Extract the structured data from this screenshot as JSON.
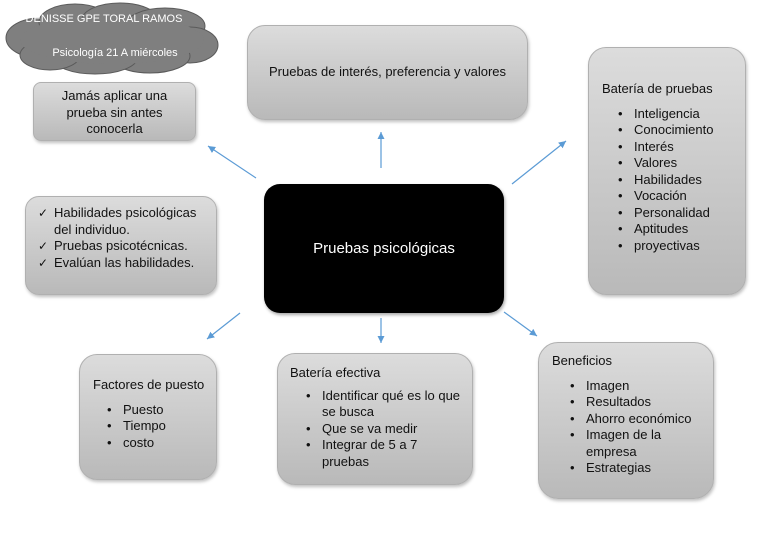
{
  "cloud": {
    "name": "DENISSE GPE TORAL RAMOS",
    "course": "Psicología 21 A miércoles"
  },
  "center": {
    "title": "Pruebas psicológicas"
  },
  "top_box": {
    "text": "Pruebas de interés, preferencia y valores"
  },
  "caution_box": {
    "text": "Jamás aplicar una prueba sin antes conocerla"
  },
  "bateria_pruebas": {
    "title": "Batería de pruebas",
    "items": [
      "Inteligencia",
      "Conocimiento",
      "Interés",
      "Valores",
      "Habilidades",
      "Vocación",
      "Personalidad",
      "Aptitudes",
      "proyectivas"
    ]
  },
  "checklist_box": {
    "items": [
      "Habilidades psicológicas del individuo.",
      "Pruebas psicotécnicas.",
      "Evalúan las habilidades."
    ]
  },
  "factores": {
    "title": "Factores de puesto",
    "items": [
      "Puesto",
      "Tiempo",
      "costo"
    ]
  },
  "bateria_efectiva": {
    "title": "Batería efectiva",
    "items": [
      "Identificar qué es lo que se busca",
      "Que se va medir",
      "Integrar de 5 a 7 pruebas"
    ]
  },
  "beneficios": {
    "title": "Beneficios",
    "items": [
      "Imagen",
      "Resultados",
      "Ahorro económico",
      "Imagen de la empresa",
      "Estrategias"
    ]
  },
  "colors": {
    "arrow": "#5b9bd5",
    "center_fill": "#000000",
    "cloud_fill": "#7f7f7f"
  }
}
